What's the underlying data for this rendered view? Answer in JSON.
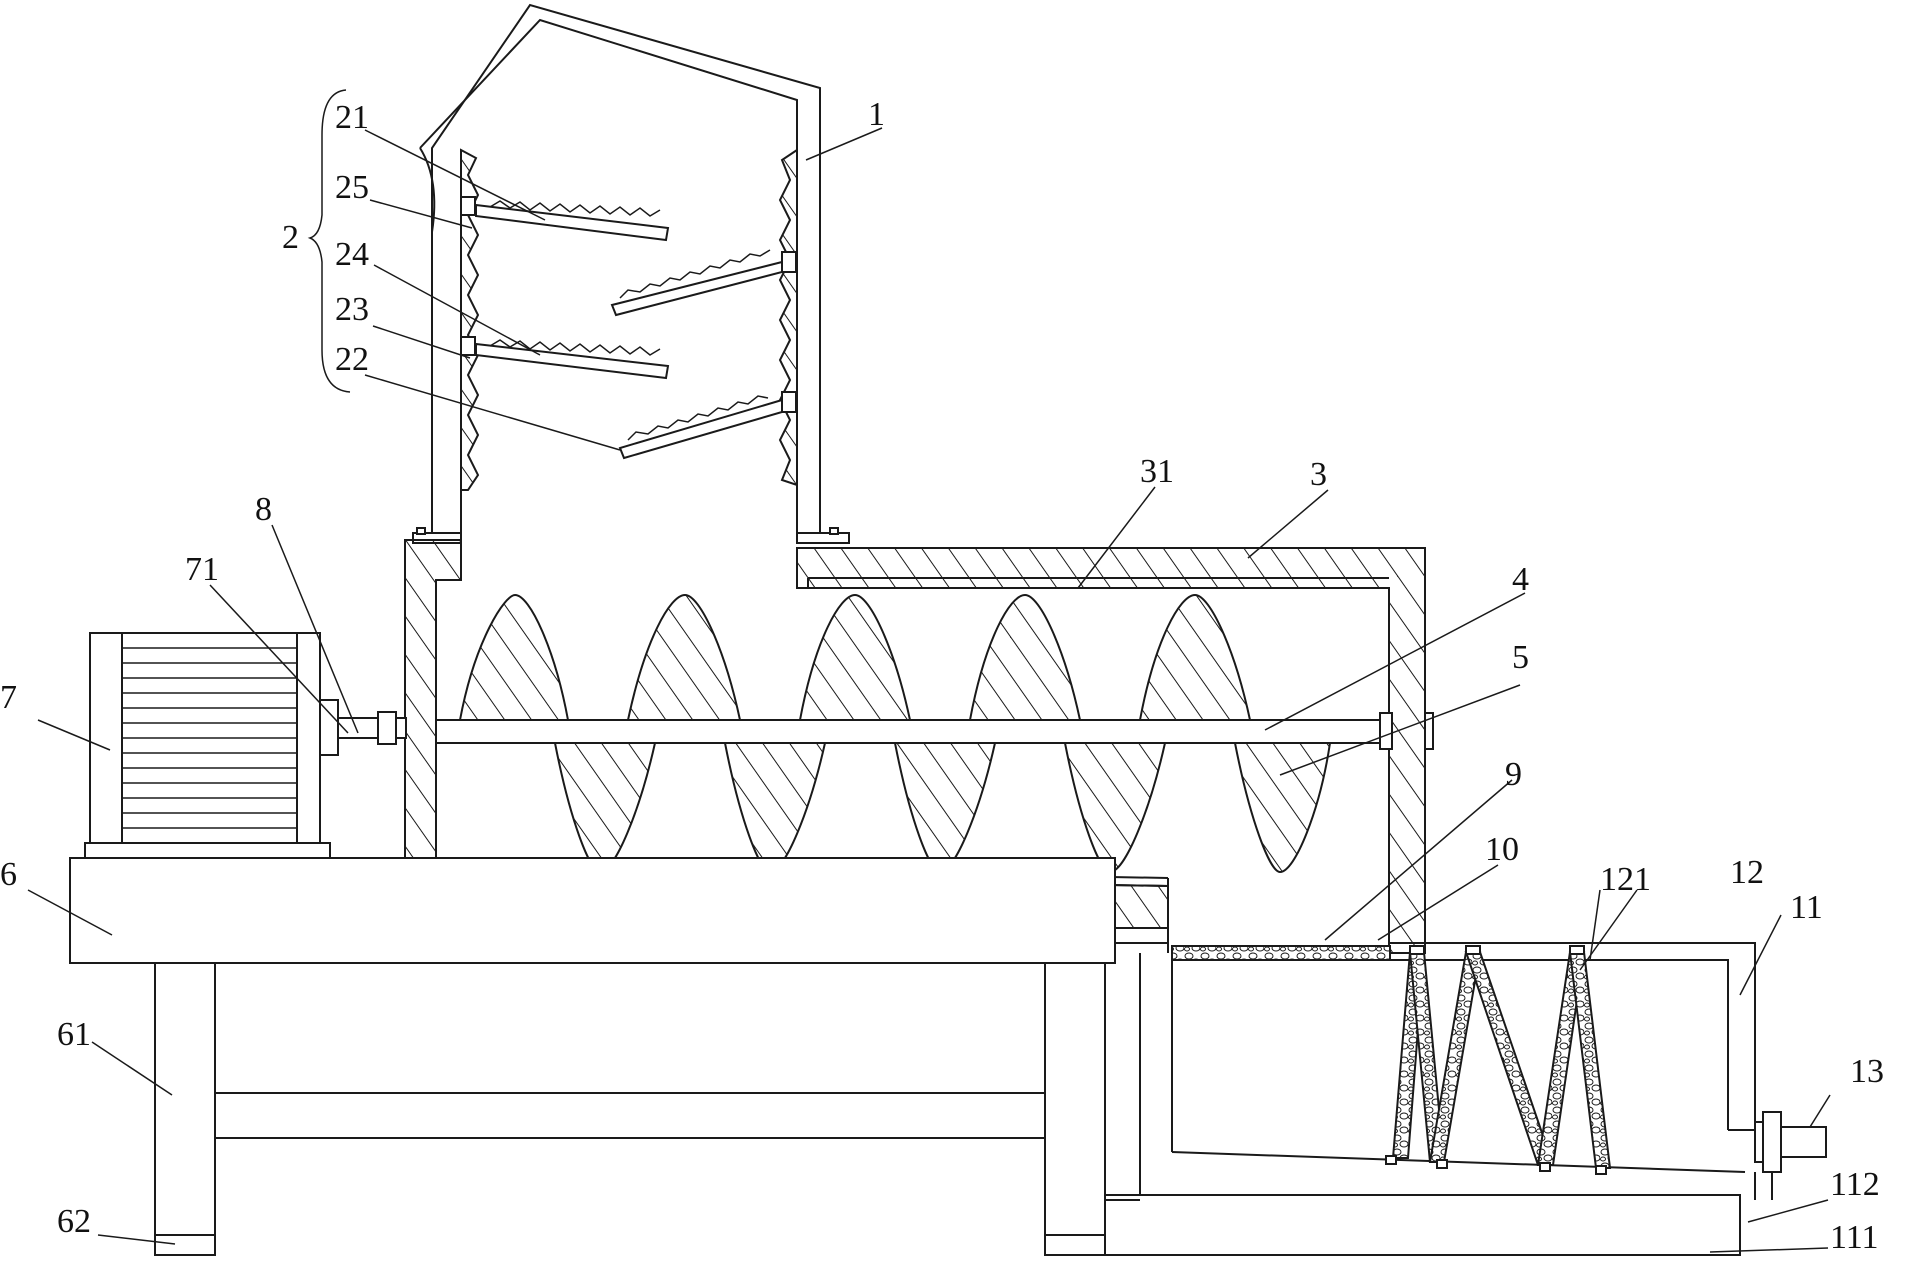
{
  "labels": {
    "l1": "1",
    "l2": "2",
    "l21": "21",
    "l22": "22",
    "l23": "23",
    "l24": "24",
    "l25": "25",
    "l3": "3",
    "l31": "31",
    "l4": "4",
    "l5": "5",
    "l6": "6",
    "l61": "61",
    "l62": "62",
    "l7": "7",
    "l71": "71",
    "l8": "8",
    "l9": "9",
    "l10": "10",
    "l11": "11",
    "l111": "111",
    "l112": "112",
    "l12": "12",
    "l121": "121",
    "l13": "13"
  },
  "colors": {
    "line": "#1a1a1a",
    "background": "#ffffff"
  }
}
